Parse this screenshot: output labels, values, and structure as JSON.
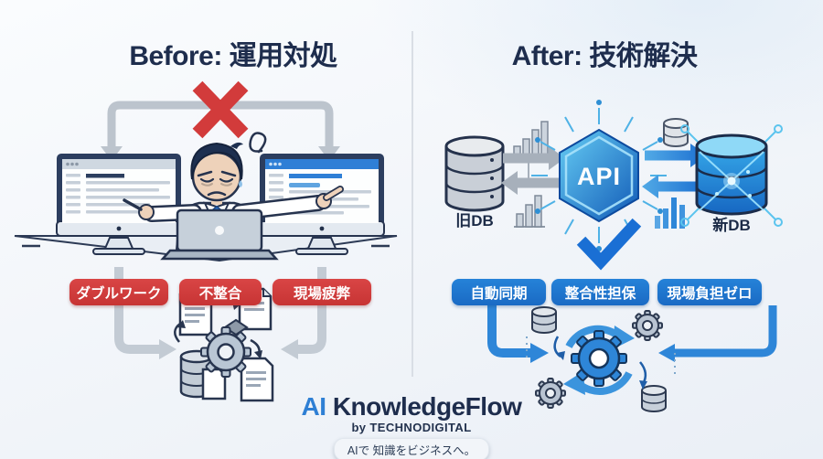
{
  "colors": {
    "navy": "#1e2d4d",
    "red_badge": "#d23a3a",
    "blue_badge": "#1e78cf",
    "accent_blue": "#2e86d8",
    "gray_arrow": "#b3bcc6",
    "api_gradient_start": "#66cdf4",
    "api_gradient_end": "#1159b6"
  },
  "before": {
    "title": "Before: 運用対処",
    "issues": [
      "ダブルワーク",
      "不整合",
      "現場疲弊"
    ]
  },
  "after": {
    "title": "After: 技術解決",
    "api_label": "API",
    "old_db_label": "旧DB",
    "new_db_label": "新DB",
    "benefits": [
      "自動同期",
      "整合性担保",
      "現場負担ゼロ"
    ]
  },
  "footer": {
    "brand_prefix": "AI",
    "brand_name": "KnowledgeFlow",
    "byline": "by TECHNODIGITAL",
    "tagline": "AIで 知識をビジネスへ。"
  }
}
